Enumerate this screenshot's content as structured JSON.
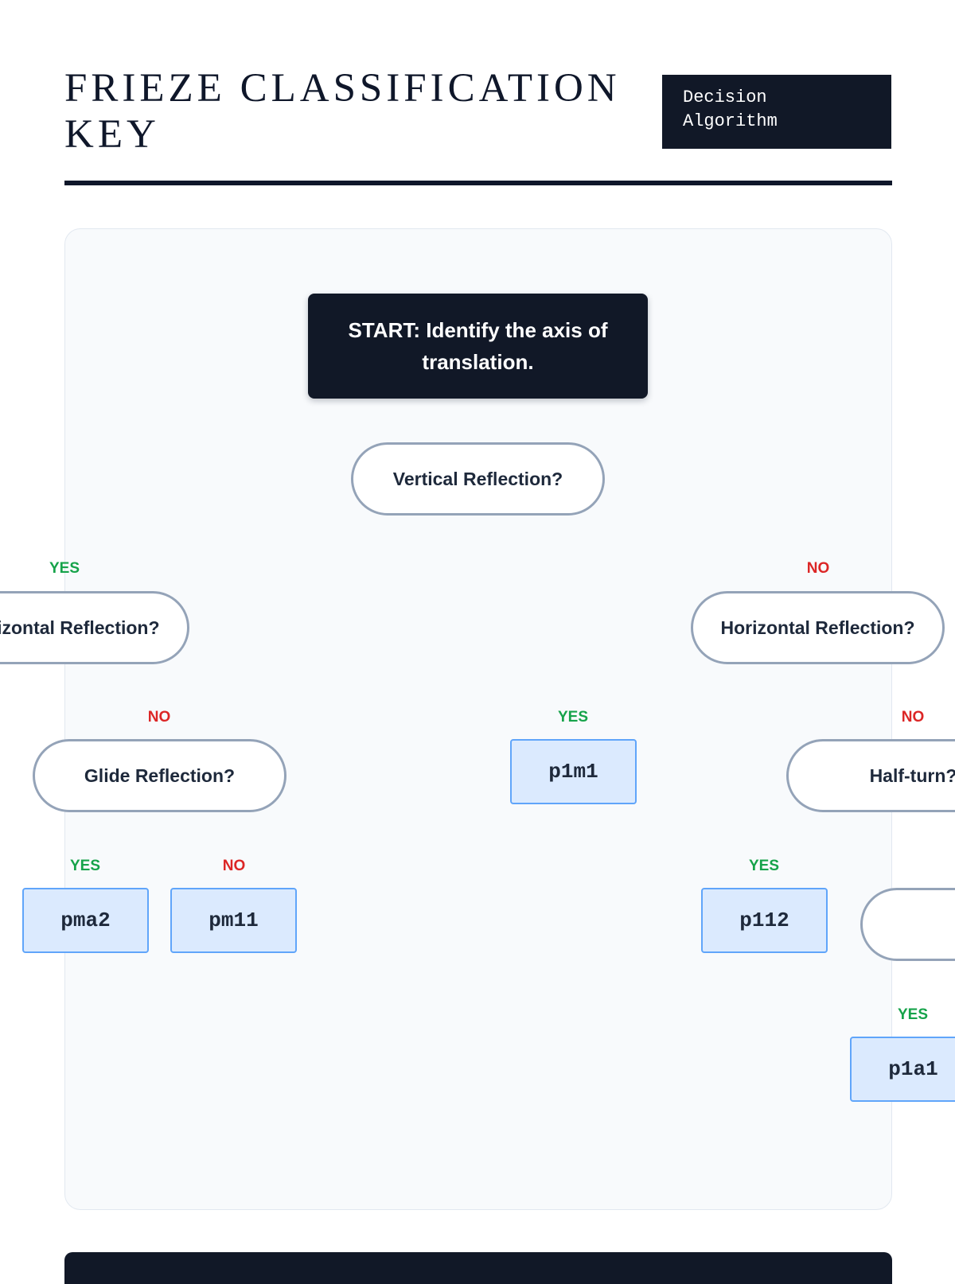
{
  "header": {
    "title": "FRIEZE CLASSIFICATION KEY",
    "badge": "Decision Algorithm"
  },
  "diagram": {
    "start": "START: Identify the axis of translation.",
    "q_vertical": "Vertical Reflection?",
    "q_horizontal_left": "Horizontal Reflection?",
    "q_horizontal_right": "Horizontal Reflection?",
    "q_glide": "Glide Reflection?",
    "q_halfturn": "Half-turn?",
    "leaf_p1m1": "p1m1",
    "leaf_pma2": "pma2",
    "leaf_pm11": "pm11",
    "leaf_p112": "p112",
    "leaf_p1a1": "p1a1",
    "yes": "YES",
    "no": "NO"
  },
  "colors": {
    "yes": "#16a34a",
    "no": "#dc2626",
    "leaf_fill": "#dbeafe",
    "dark": "#111827"
  }
}
